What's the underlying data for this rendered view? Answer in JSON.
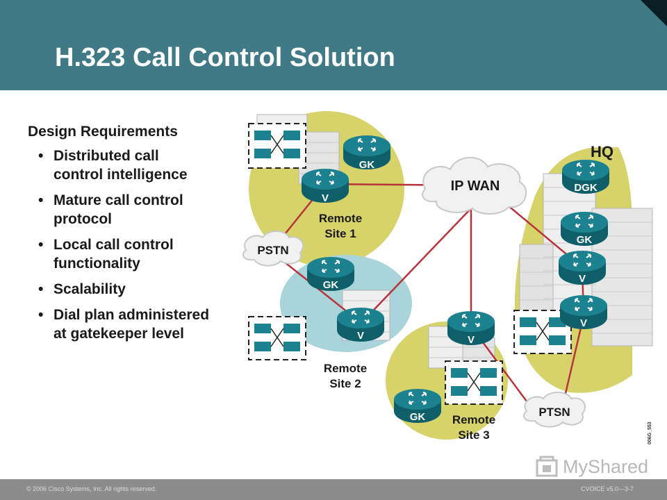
{
  "slide": {
    "title": "H.323 Call Control Solution",
    "heading": "Design Requirements",
    "bullets": [
      {
        "line1": "Distributed call",
        "line2": "control intelligence"
      },
      {
        "line1": "Mature call control",
        "line2": "protocol"
      },
      {
        "line1": "Local call control",
        "line2": "functionality"
      },
      {
        "line1": "Scalability",
        "line2": ""
      },
      {
        "line1": "Dial plan administered",
        "line2": "at gatekeeper level"
      }
    ]
  },
  "diagram": {
    "hq_label": "HQ",
    "ip_wan_label": "IP WAN",
    "pstn_label": "PSTN",
    "ptsn_label": "PTSN",
    "gk_label": "GK",
    "dgk_label": "DGK",
    "v_label": "V",
    "site1": {
      "line1": "Remote",
      "line2": "Site 1"
    },
    "site2": {
      "line1": "Remote",
      "line2": "Site 2"
    },
    "site3": {
      "line1": "Remote",
      "line2": "Site 3"
    },
    "figure_id": "006G_553"
  },
  "footer": {
    "copyright": "© 2006 Cisco Systems, Inc. All rights reserved.",
    "course": "CVOICE v5.0—3-7"
  },
  "watermark": {
    "text": "MyShared"
  },
  "colors": {
    "header": "#3f7a86",
    "olive_zone": "#d6d36a",
    "blue_zone": "#a8d4da",
    "router": "#1c8290",
    "link": "#b8323a",
    "footer": "#8c8c8c"
  }
}
